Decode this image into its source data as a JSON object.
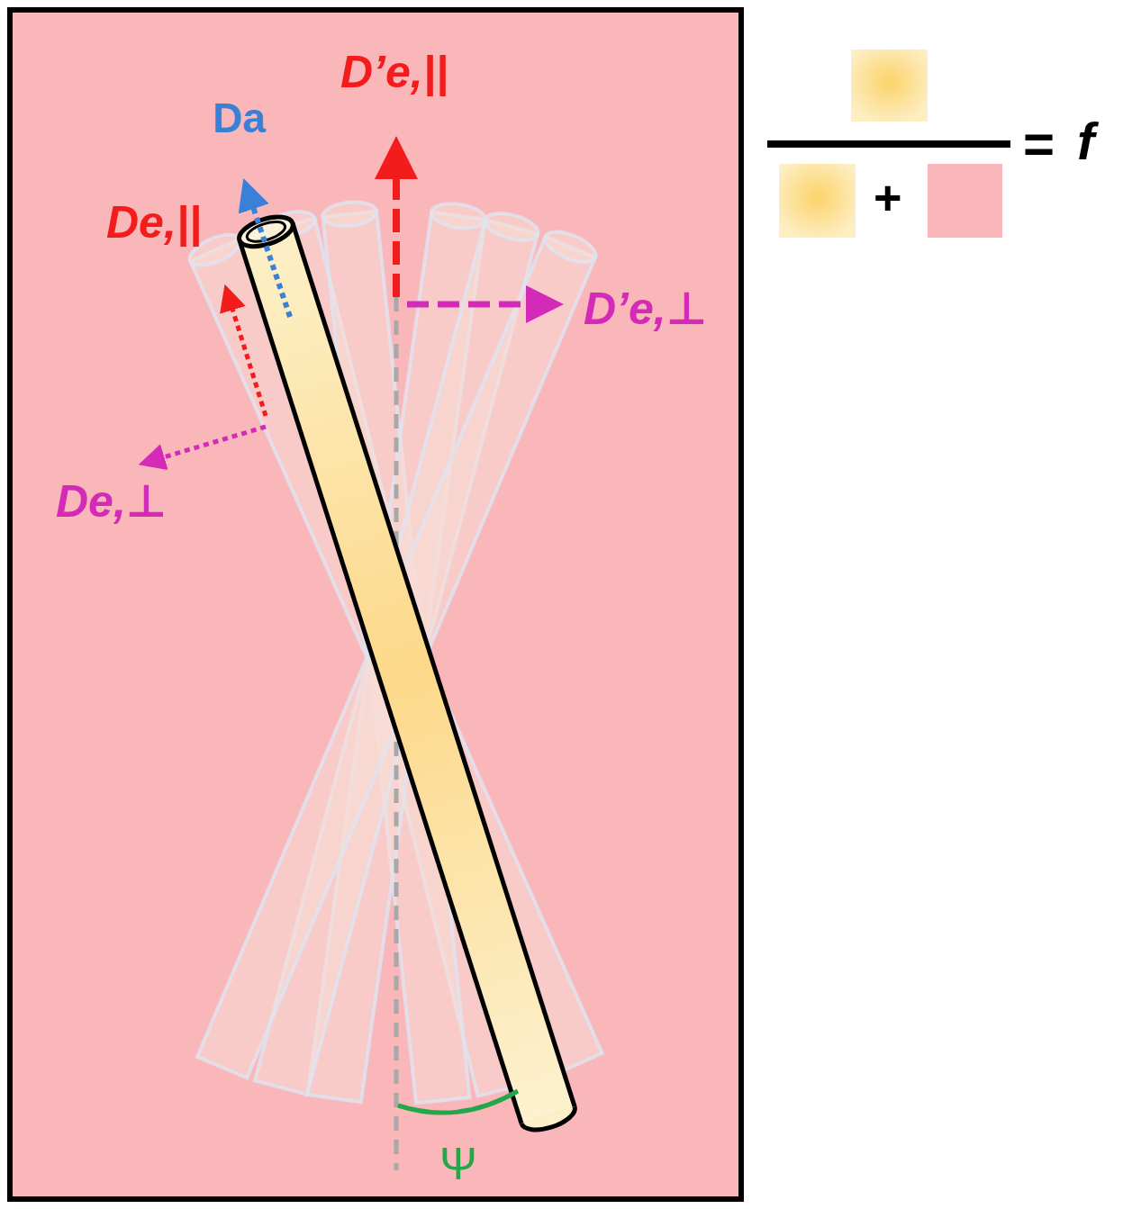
{
  "diagram": {
    "labels": [
      "D’e,||",
      "Da",
      "De,||",
      "D’e,⊥",
      "De,⊥",
      "Ψ",
      "=",
      "f",
      "+"
    ]
  }
}
